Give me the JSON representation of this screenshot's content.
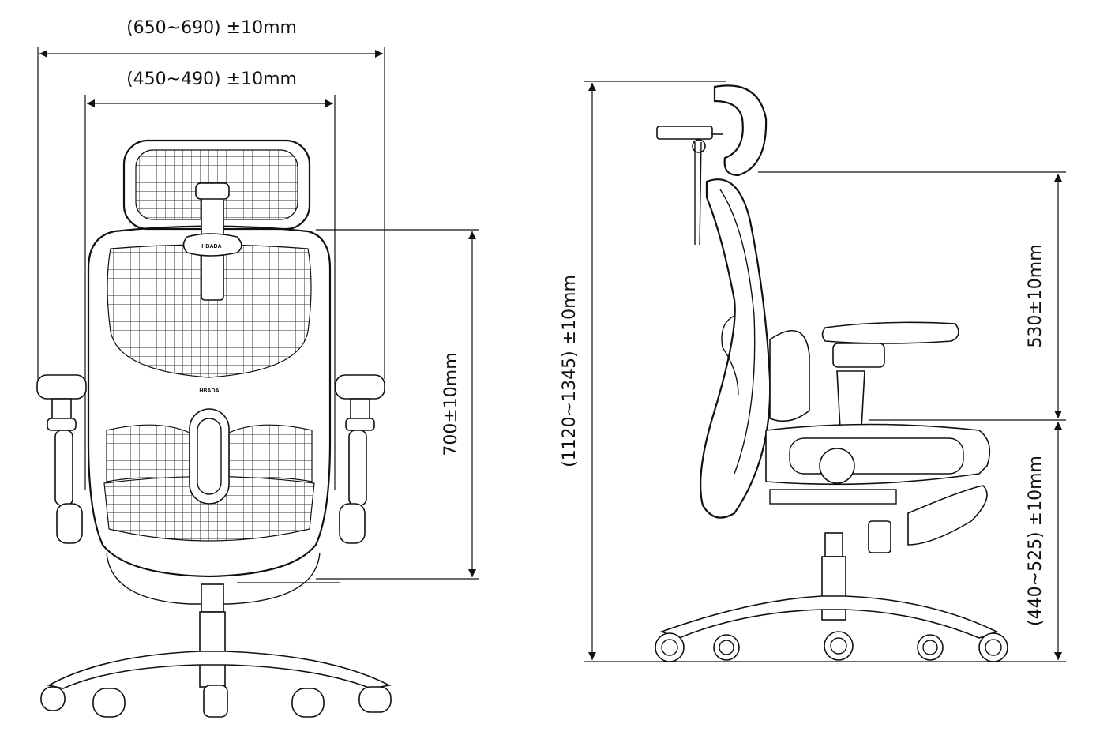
{
  "brand": "HBADA",
  "front_view": {
    "overall_width": "(650~690)  ±10mm",
    "seat_width": "(450~490)  ±10mm",
    "backrest_height": "700±10mm"
  },
  "side_view": {
    "total_height": "(1120~1345)  ±10mm",
    "armrest_to_headrest": "530±10mm",
    "seat_height": "(440~525)  ±10mm"
  }
}
